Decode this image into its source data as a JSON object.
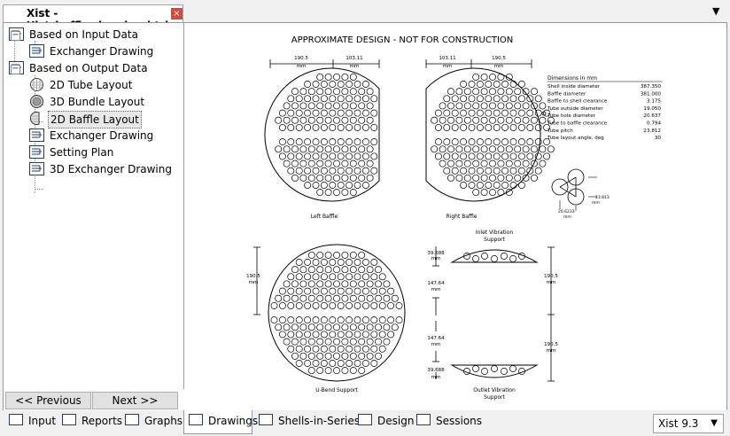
{
  "document_tab": {
    "title": "Xist - Xist_baffle_drawing.htri",
    "close": "×"
  },
  "tree": [
    {
      "label": "Based on Input Data",
      "level": 0,
      "icon": "exchanger-icon",
      "expanded": true
    },
    {
      "label": "Exchanger Drawing",
      "level": 1,
      "icon": "exchanger-icon"
    },
    {
      "label": "Based on Output Data",
      "level": 0,
      "icon": "exchanger-icon",
      "expanded": true
    },
    {
      "label": "2D Tube Layout",
      "level": 1,
      "icon": "tube-layout-icon"
    },
    {
      "label": "3D Bundle Layout",
      "level": 1,
      "icon": "bundle-layout-icon"
    },
    {
      "label": "2D Baffle Layout",
      "level": 1,
      "icon": "baffle-layout-icon",
      "selected": true
    },
    {
      "label": "Exchanger Drawing",
      "level": 1,
      "icon": "exchanger-icon"
    },
    {
      "label": "Setting Plan",
      "level": 1,
      "icon": "exchanger-icon"
    },
    {
      "label": "3D Exchanger Drawing",
      "level": 1,
      "icon": "exchanger-icon"
    }
  ],
  "nav": {
    "previous": "<< Previous",
    "next": "Next >>"
  },
  "drawing": {
    "header": "APPROXIMATE DESIGN - NOT FOR CONSTRUCTION",
    "dims_left": {
      "a": "190.5",
      "a_unit": "mm",
      "b": "103.11",
      "b_unit": "mm"
    },
    "dims_right": {
      "a": "103.11",
      "a_unit": "mm",
      "b": "190.5",
      "b_unit": "mm"
    },
    "label_left_baffle": "Left Baffle",
    "label_right_baffle": "Right Baffle",
    "label_ubend": "U-Bend Support",
    "label_inlet": [
      "Inlet Vibration",
      "Support"
    ],
    "label_outlet": [
      "Outlet Vibration",
      "Support"
    ],
    "dim_ubend_side": {
      "v": "190.5",
      "u": "mm"
    },
    "dim_right_side_top": {
      "v": "190.5",
      "u": "mm"
    },
    "dim_right_side_bot": {
      "v": "190.5",
      "u": "mm"
    },
    "dim_vib": [
      {
        "v": "39.688",
        "u": "mm"
      },
      {
        "v": "147.64",
        "u": "mm"
      },
      {
        "v": "147.64",
        "u": "mm"
      },
      {
        "v": "39.688",
        "u": "mm"
      }
    ],
    "pitch_detail": {
      "a": "23.813",
      "a_unit": "mm",
      "b": "20.6233",
      "b_unit": "mm"
    },
    "dimensions_table": {
      "title": "Dimensions in mm",
      "rows": [
        {
          "label": "Shell inside diameter",
          "value": "387.350"
        },
        {
          "label": "Baffle diameter",
          "value": "381.000"
        },
        {
          "label": "Baffle to shell clearance",
          "value": "3.175"
        },
        {
          "label": "Tube outside diameter",
          "value": "19.050"
        },
        {
          "label": "Tube hole diameter",
          "value": "20.637"
        },
        {
          "label": "Tube to baffle clearance",
          "value": "0.794"
        },
        {
          "label": "Tube pitch",
          "value": "23.812"
        },
        {
          "label": "Tube layout angle, deg",
          "value": "30"
        }
      ]
    }
  },
  "bottom_tabs": [
    {
      "label": "Input",
      "icon": "input-icon"
    },
    {
      "label": "Reports",
      "icon": "reports-icon"
    },
    {
      "label": "Graphs",
      "icon": "graphs-icon"
    },
    {
      "label": "Drawings",
      "icon": "drawings-icon",
      "active": true
    },
    {
      "label": "Shells-in-Series",
      "icon": "shells-icon"
    },
    {
      "label": "Design",
      "icon": "design-icon"
    },
    {
      "label": "Sessions",
      "icon": "sessions-icon"
    }
  ],
  "version": {
    "selected": "Xist 9.3"
  }
}
